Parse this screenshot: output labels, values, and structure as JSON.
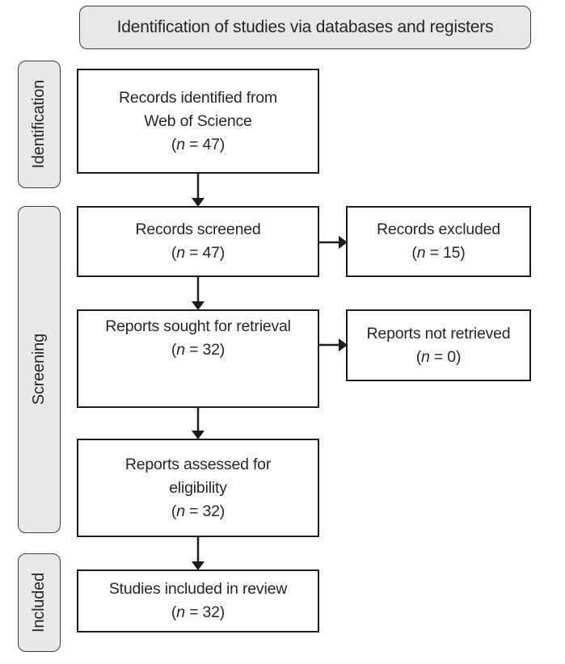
{
  "header": {
    "title": "Identification of studies via databases and registers"
  },
  "sidebar": {
    "identification": "Identification",
    "screening": "Screening",
    "included": "Included"
  },
  "boxes": {
    "identified": {
      "lines": [
        "Records identified from",
        "Web of Science"
      ],
      "count": "(n = 47)"
    },
    "screened": {
      "lines": [
        "Records screened"
      ],
      "count": "(n = 47)"
    },
    "excluded": {
      "lines": [
        "Records excluded"
      ],
      "count": "(n = 15)"
    },
    "sought": {
      "lines": [
        "Reports sought for retrieval"
      ],
      "count": "(n = 32)"
    },
    "not_retrieved": {
      "lines": [
        "Reports not retrieved"
      ],
      "count": "(n = 0)"
    },
    "assessed": {
      "lines": [
        "Reports assessed for",
        "eligibility"
      ],
      "count": "(n = 32)"
    },
    "included_review": {
      "lines": [
        "Studies included in review"
      ],
      "count": "(n = 32)"
    }
  },
  "colors": {
    "panel_fill": "#e8e8e8",
    "panel_border": "#3d3d3d",
    "box_border": "#1c1c1c",
    "text": "#262626",
    "arrow": "#1c1c1c"
  }
}
